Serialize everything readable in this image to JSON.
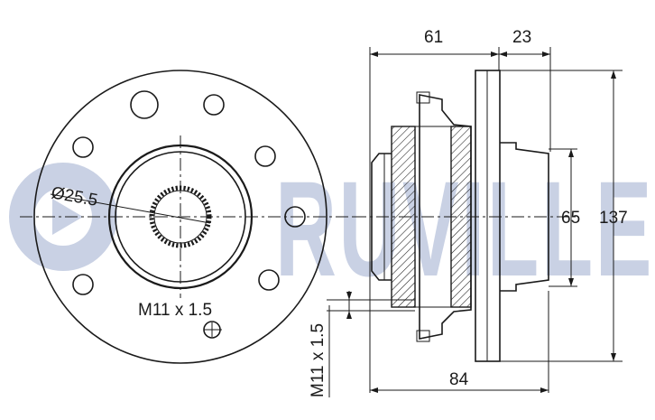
{
  "brand": {
    "watermark_text": "RUVILLE",
    "watermark_color": "#c9d1e4"
  },
  "ink_color": "#1a1a1a",
  "labels": {
    "bore_diameter": "Ø25.5",
    "front_thread": "M11 x 1.5",
    "side_thread": "M11 x 1.5",
    "width_flange": "61",
    "width_pilot": "23",
    "pilot_diameter": "65",
    "flange_diameter": "137",
    "overall_width": "84"
  }
}
